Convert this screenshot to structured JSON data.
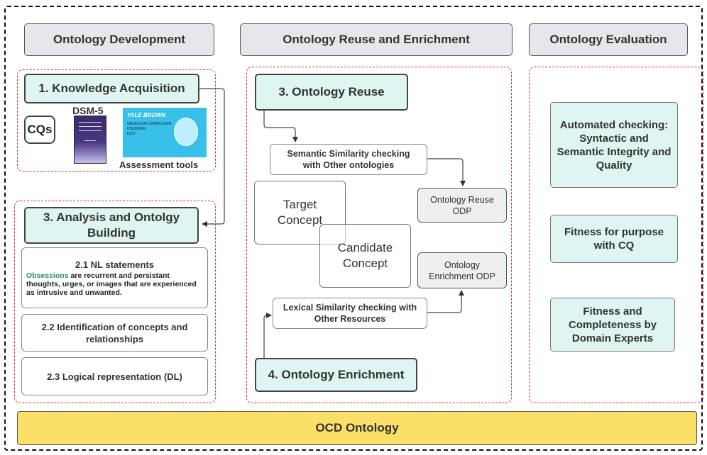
{
  "columns": {
    "development": "Ontology Development",
    "reuse": "Ontology Reuse and Enrichment",
    "evaluation": "Ontology Evaluation"
  },
  "development": {
    "knowledge_acquisition": "1. Knowledge Acquisition",
    "cqs": "CQs",
    "dsm": "DSM-5",
    "assessment_tools": "Assessment tools",
    "analysis_building": "3. Analysis and Ontolgy Building",
    "nl_title": "2.1 NL statements",
    "nl_keyword": "Obsessions",
    "nl_body": "are recurrent and persistant thoughts, urges, or images that are experienced as intrusive and unwanted.",
    "identification": "2.2 Identification of concepts and relationships",
    "logical": "2.3 Logical representation (DL)"
  },
  "reuse": {
    "ontology_reuse": "3. Ontology Reuse",
    "semantic_similarity": "Semantic Similarity checking with Other ontologies",
    "target_concept": "Target Concept",
    "candidate_concept": "Candidate Concept",
    "reuse_odp": "Ontology Reuse ODP",
    "enrichment_odp": "Ontology Enrichment ODP",
    "lexical_similarity": "Lexical Similarity checking with Other Resources",
    "ontology_enrichment": "4. Ontology Enrichment"
  },
  "evaluation": {
    "automated": "Automated checking: Syntactic and Semantic Integrity and Quality",
    "fitness_purpose": "Fitness for purpose with CQ",
    "fitness_completeness": "Fitness and Completeness by Domain Experts"
  },
  "footer": "OCD Ontology",
  "colors": {
    "teal": "#dff5f2",
    "header_grey": "#e6e7ea",
    "red_dash": "#d9302c",
    "footer_yellow": "#fbe067"
  }
}
